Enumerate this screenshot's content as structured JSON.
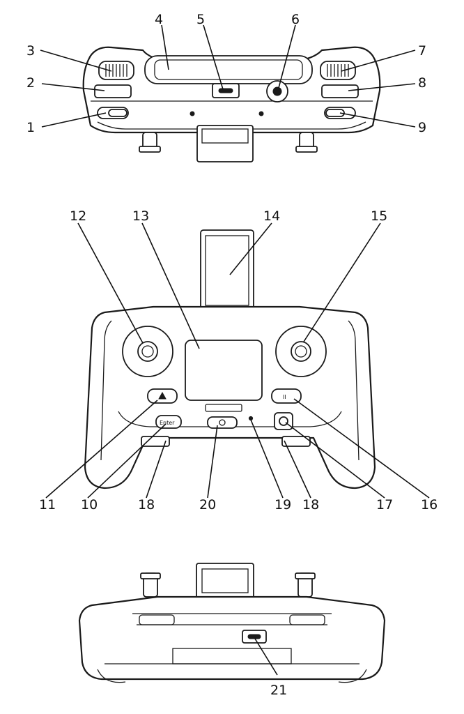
{
  "diagram": {
    "views": [
      "top-view",
      "front-view",
      "bottom-view"
    ],
    "callouts": [
      "1",
      "2",
      "3",
      "4",
      "5",
      "6",
      "7",
      "8",
      "9",
      "10",
      "11",
      "12",
      "13",
      "14",
      "15",
      "16",
      "17",
      "18",
      "18",
      "19",
      "20",
      "21"
    ],
    "button_labels": {
      "enter": "Enter",
      "pause": "II"
    }
  }
}
